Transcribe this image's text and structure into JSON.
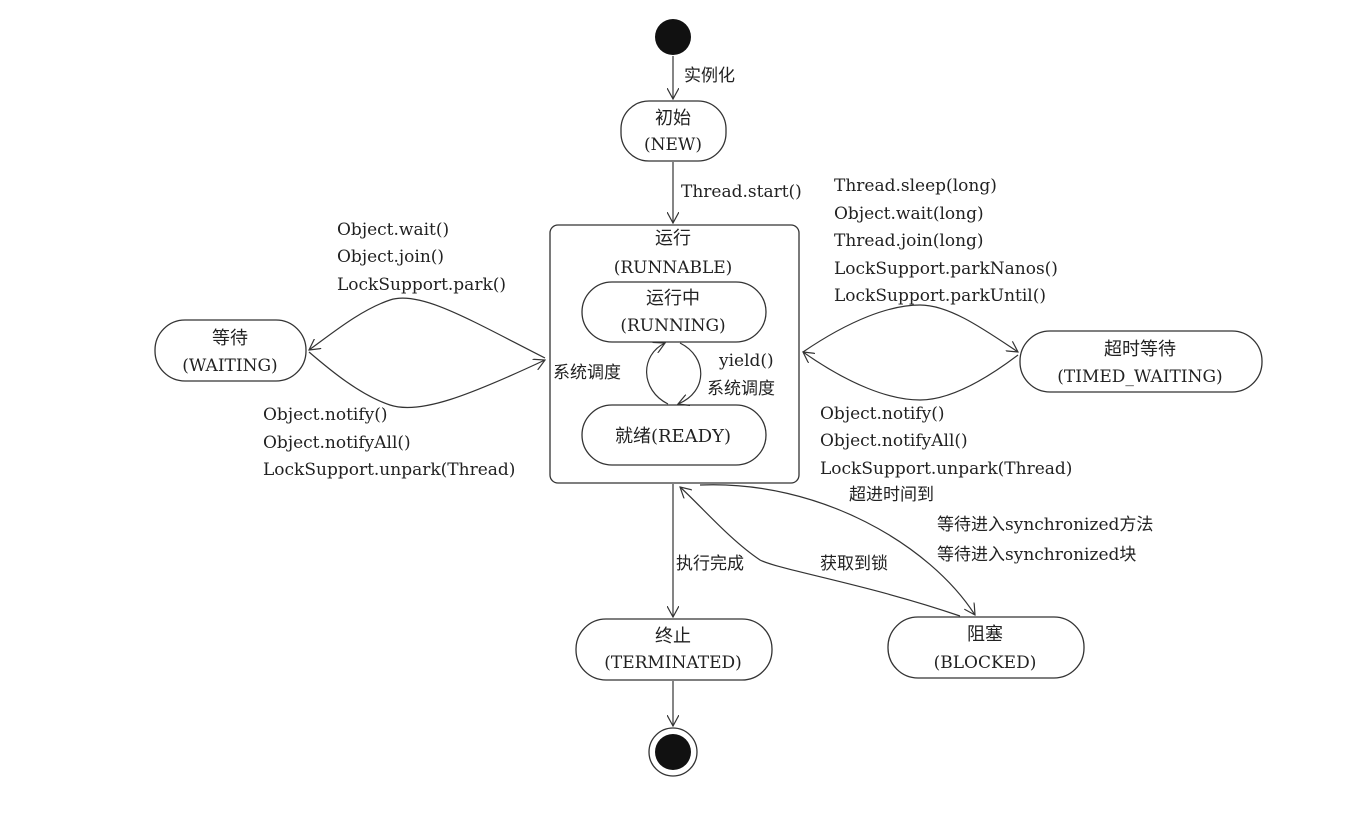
{
  "nodes": {
    "new": {
      "title": "初始",
      "sub": "(NEW)"
    },
    "runnable": {
      "title": "运行",
      "sub": "(RUNNABLE)"
    },
    "running": {
      "title": "运行中",
      "sub": "(RUNNING)"
    },
    "ready": {
      "title": "就绪(READY)"
    },
    "waiting": {
      "title": "等待",
      "sub": "(WAITING)"
    },
    "timed_waiting": {
      "title": "超时等待",
      "sub": "(TIMED_WAITING)"
    },
    "terminated": {
      "title": "终止",
      "sub": "(TERMINATED)"
    },
    "blocked": {
      "title": "阻塞",
      "sub": "(BLOCKED)"
    }
  },
  "edges": {
    "instantiate": "实例化",
    "start": "Thread.start()",
    "schedule_left": "系统调度",
    "yield": "yield()",
    "schedule_right": "系统调度",
    "to_waiting": [
      "Object.wait()",
      "Object.join()",
      "LockSupport.park()"
    ],
    "from_waiting": [
      "Object.notify()",
      "Object.notifyAll()",
      "LockSupport.unpark(Thread)"
    ],
    "to_timed": [
      "Thread.sleep(long)",
      "Object.wait(long)",
      "Thread.join(long)",
      "LockSupport.parkNanos()",
      "LockSupport.parkUntil()"
    ],
    "from_timed": [
      "Object.notify()",
      "Object.notifyAll()",
      "LockSupport.unpark(Thread)"
    ],
    "timeout": "超进时间到",
    "to_blocked": [
      "等待进入synchronized方法",
      "等待进入synchronized块"
    ],
    "acquire_lock": "获取到锁",
    "finish": "执行完成"
  }
}
